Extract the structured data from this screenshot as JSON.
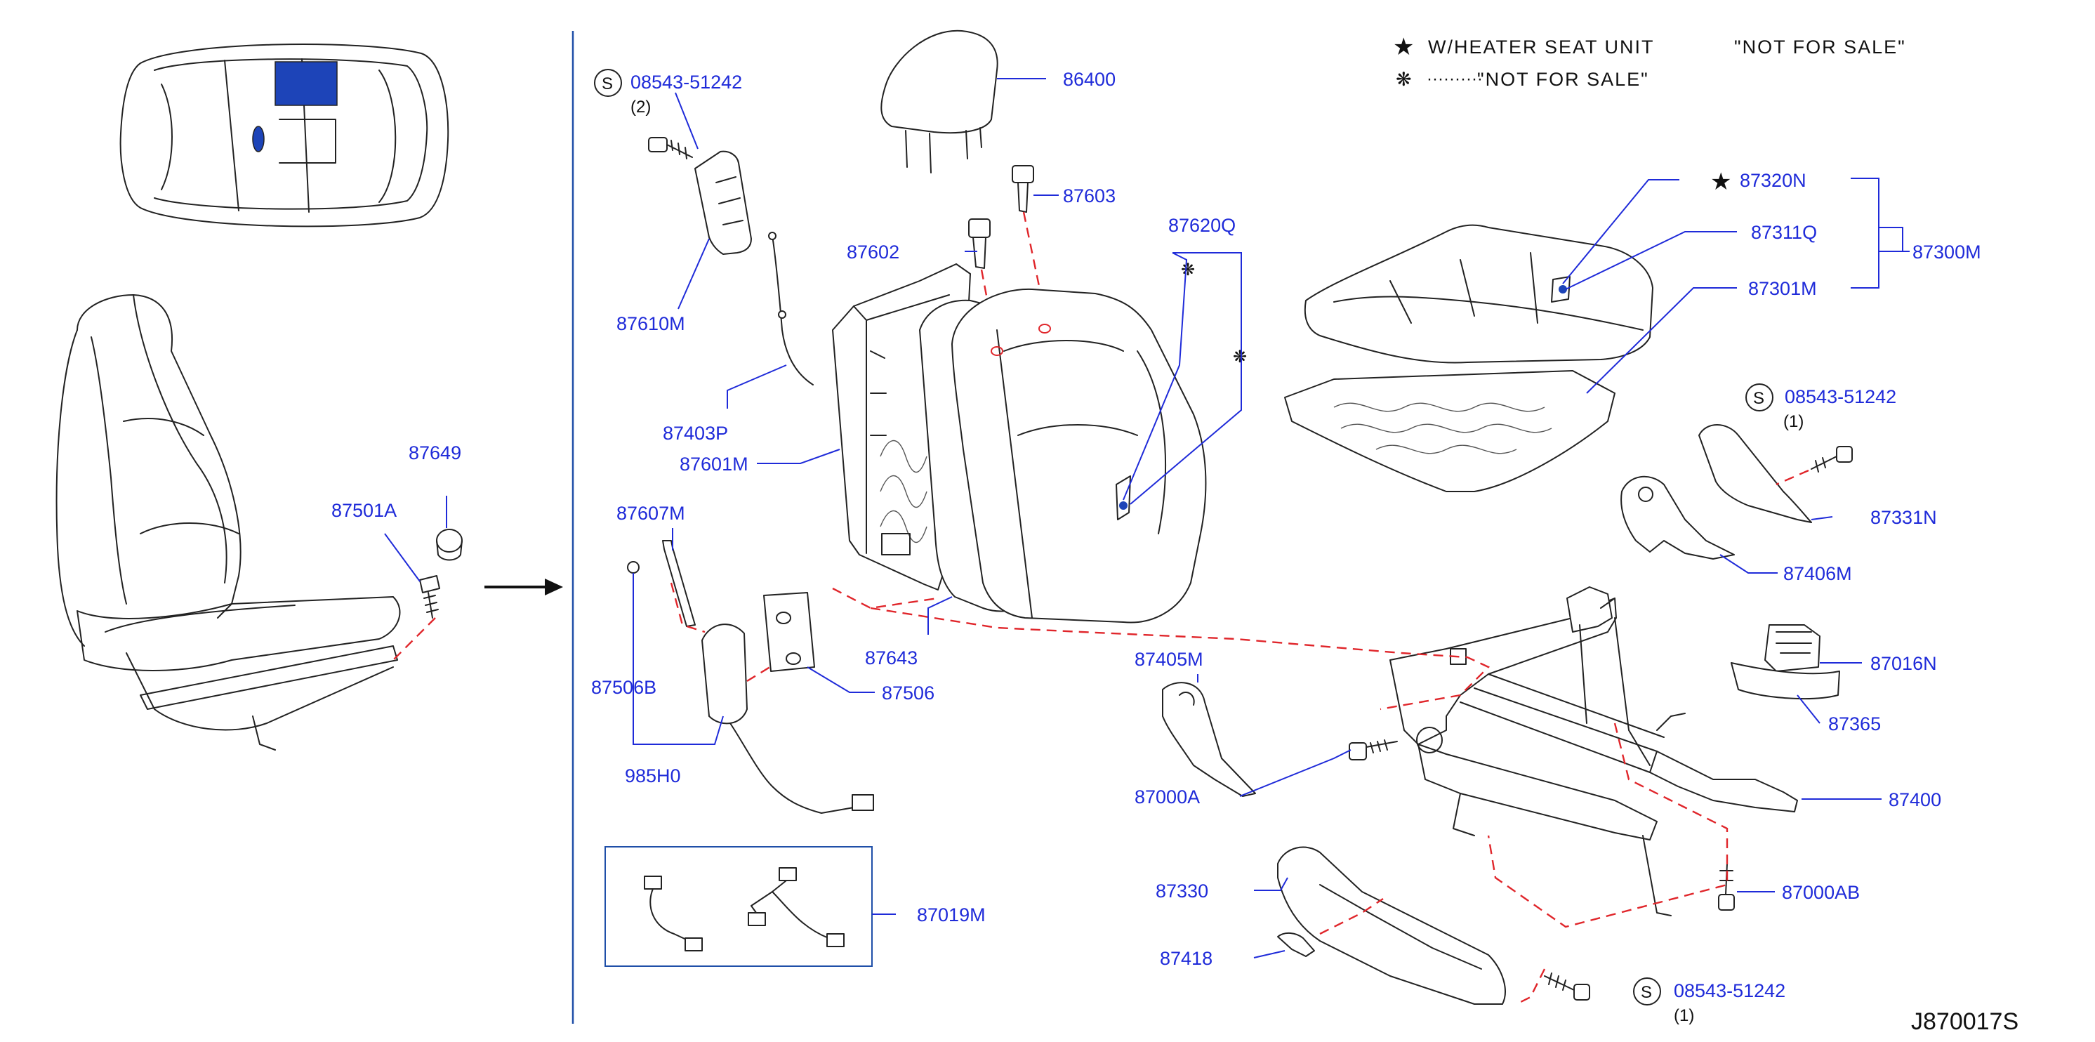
{
  "diagram_code": "J870017S",
  "legend": {
    "heater_symbol": "★",
    "heater_label": "W/HEATER  SEAT  UNIT",
    "heater_note": "\"NOT  FOR  SALE\"",
    "not_for_sale_symbol": "❋",
    "not_for_sale_dots": "··········",
    "not_for_sale_label": "\"NOT  FOR  SALE\""
  },
  "callouts": {
    "p87649": "87649",
    "p87501A": "87501A",
    "p08543_top": "08543-51242",
    "p08543_top_qty": "(2)",
    "p86400": "86400",
    "p87603": "87603",
    "p87602": "87602",
    "p87610M": "87610M",
    "p87620Q": "87620Q",
    "p87403P": "87403P",
    "p87601M": "87601M",
    "p87607M": "87607M",
    "p87643": "87643",
    "p87506B": "87506B",
    "p87506": "87506",
    "p985H0": "985H0",
    "p87019M": "87019M",
    "p87320N": "87320N",
    "p87311Q": "87311Q",
    "p87300M": "87300M",
    "p87301M": "87301M",
    "p08543_right": "08543-51242",
    "p08543_right_qty": "(1)",
    "p87331N": "87331N",
    "p87406M": "87406M",
    "p87016N": "87016N",
    "p87365": "87365",
    "p87405M": "87405M",
    "p87000A": "87000A",
    "p87400": "87400",
    "p87330": "87330",
    "p87000AB": "87000AB",
    "p87418": "87418",
    "p08543_bottom": "08543-51242",
    "p08543_bottom_qty": "(1)",
    "s_marker": "S",
    "star_marker": "★"
  },
  "colors": {
    "callout_text": "#1f2bd9",
    "leader_line": "#1f2bd9",
    "dashed_guide": "#e0262b",
    "location_highlight": "#1d44b8",
    "divider": "#1f4fa8",
    "line_art": "#222222"
  }
}
